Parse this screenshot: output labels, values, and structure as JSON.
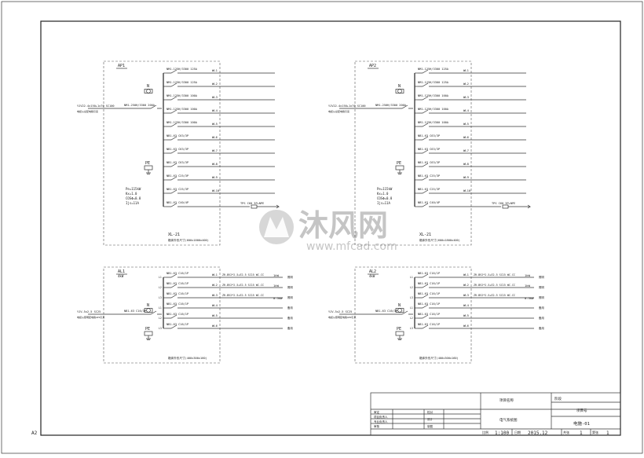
{
  "sheet_left_mark": "A2",
  "watermark": {
    "brand": "沐风网",
    "url": "www.mfcad.com"
  },
  "panels": [
    {
      "id": "AP1",
      "incoming_cable": "YJV22-4x150+1x70 SC100",
      "incoming_note": "电缆从总配电箱引来",
      "main_breaker": "NM1-250H/3300 200A",
      "neutral": "N",
      "pe": "PE",
      "params": [
        "Pe=115kW",
        "Kx=1.0",
        "COSΦ=0.8",
        "Ijs=11A"
      ],
      "model": "XL-21",
      "size_note": "箱体外形尺寸(600x1800x400)",
      "circuits": [
        {
          "breaker": "NM1-125H/3300 125A",
          "wl": "WL1"
        },
        {
          "breaker": "NM1-125H/3300 125A",
          "wl": "WL2"
        },
        {
          "breaker": "NM1-125H/3300 100A",
          "wl": "WL3"
        },
        {
          "breaker": "NM1-125H/3300 100A",
          "wl": "WL4"
        },
        {
          "breaker": "NM1-125H/3300 100A",
          "wl": "WL5"
        },
        {
          "breaker": "NB1-63 C63/3P",
          "wl": "WL6"
        },
        {
          "breaker": "NB1-63 C63/3P",
          "wl": "WL7"
        },
        {
          "breaker": "NB1-63 C63/3P",
          "wl": "WL8"
        },
        {
          "breaker": "NB1-63 C25/3P",
          "wl": "WL9"
        },
        {
          "breaker": "NB1-63 C25/3P",
          "wl": "WL10"
        },
        {
          "breaker": "NB1-63 C40/4P",
          "wl": "",
          "spd": "TPS C60 3P+NPE"
        }
      ]
    },
    {
      "id": "AP2",
      "incoming_cable": "YJV22-4x150+1x70 SC100",
      "incoming_note": "电缆从总配电箱引来",
      "main_breaker": "NM1-250H/3300 200A",
      "neutral": "N",
      "pe": "PE",
      "params": [
        "Pe=115kW",
        "Kx=1.0",
        "COSΦ=0.8",
        "Ijs=11A"
      ],
      "model": "XL-21",
      "size_note": "箱体外形尺寸(600x1800x400)",
      "circuits": [
        {
          "breaker": "NM1-125H/3300 125A",
          "wl": "WL1"
        },
        {
          "breaker": "NM1-125H/3300 125A",
          "wl": "WL2"
        },
        {
          "breaker": "NM1-125H/3300 100A",
          "wl": "WL3"
        },
        {
          "breaker": "NM1-125H/3300 100A",
          "wl": "WL4"
        },
        {
          "breaker": "NM1-125H/3300 100A",
          "wl": "WL5"
        },
        {
          "breaker": "NB1-63 C63/3P",
          "wl": "WL6"
        },
        {
          "breaker": "NB1-63 C63/3P",
          "wl": "WL7"
        },
        {
          "breaker": "NB1-63 C63/3P",
          "wl": "WL8"
        },
        {
          "breaker": "NB1-63 C25/3P",
          "wl": "WL9"
        },
        {
          "breaker": "NB1-63 C25/3P",
          "wl": "WL10"
        },
        {
          "breaker": "NB1-63 C40/4P",
          "wl": "",
          "spd": "TPS C60 3P+NPE"
        }
      ]
    },
    {
      "id": "AL1",
      "power": "4kW",
      "incoming_cable": "YJV-5x2.5 SC25",
      "incoming_note": "电缆从照明配电箱AP1引来",
      "main_breaker": "NB1-63 C16/3P",
      "neutral": "N",
      "pe": "PE",
      "size_note": "箱体外形尺寸(400x300x160)",
      "circuits": [
        {
          "phase": "L1",
          "breaker": "NB1-63 C16/1P",
          "wl": "WL1",
          "cable": "ZR-BV2*2.5+E2.5 SC15 WC.CC",
          "load": "1kW",
          "use": "照明"
        },
        {
          "phase": "L2",
          "breaker": "NB1-63 C16/1P",
          "wl": "WL2",
          "cable": "ZR-BV2*2.5+E2.5 SC15 WC.CC",
          "load": "1kW",
          "use": "照明"
        },
        {
          "phase": "L3",
          "breaker": "NB1-63 C16/1P",
          "wl": "WL3",
          "cable": "ZR-BV2*2.5+E2.5 SC15 WC.CC",
          "load": "0.5kW",
          "use": "照明"
        },
        {
          "phase": "L1",
          "breaker": "NB1-63 C16/1P",
          "wl": "WL4",
          "cable": "",
          "load": "",
          "use": "备用"
        },
        {
          "phase": "L2",
          "breaker": "NB1-63 C16/1P",
          "wl": "WL5",
          "cable": "",
          "load": "",
          "use": "备用"
        },
        {
          "phase": "L3",
          "breaker": "NB1-63 C16/1P",
          "wl": "WL6",
          "cable": "",
          "load": "",
          "use": "备用"
        }
      ]
    },
    {
      "id": "AL2",
      "power": "4kW",
      "incoming_cable": "YJV-5x2.5 SC25",
      "incoming_note": "电缆从照明配电箱AP2引来",
      "main_breaker": "NB1-63 C16/3P",
      "neutral": "N",
      "pe": "PE",
      "size_note": "箱体外形尺寸(400x300x160)",
      "circuits": [
        {
          "phase": "L1",
          "breaker": "NB1-63 C16/1P",
          "wl": "WL1",
          "cable": "ZR-BV2*2.5+E2.5 SC15 WC.CC",
          "load": "1kW",
          "use": "照明"
        },
        {
          "phase": "L2",
          "breaker": "NB1-63 C16/1P",
          "wl": "WL2",
          "cable": "ZR-BV2*2.5+E2.5 SC15 WC.CC",
          "load": "1kW",
          "use": "照明"
        },
        {
          "phase": "L3",
          "breaker": "NB1-63 C16/1P",
          "wl": "WL3",
          "cable": "ZR-BV2*2.5+E2.5 SC15 WC.CC",
          "load": "0.5kW",
          "use": "照明"
        },
        {
          "phase": "L1",
          "breaker": "NB1-63 C16/1P",
          "wl": "WL4",
          "cable": "",
          "load": "",
          "use": "备用"
        },
        {
          "phase": "L2",
          "breaker": "NB1-63 C16/1P",
          "wl": "WL5",
          "cable": "",
          "load": "",
          "use": "备用"
        },
        {
          "phase": "L3",
          "breaker": "NB1-63 C16/1P",
          "wl": "WL6",
          "cable": "",
          "load": "",
          "use": "备用"
        }
      ]
    }
  ],
  "title_block": {
    "project_label": "项目名称",
    "stage_label": "阶段",
    "drawing_name": "电气系统图",
    "drawing_no_label": "项目号",
    "drawing_no": "电施-01",
    "scale_label": "比例",
    "scale": "1:100",
    "date_label": "日期",
    "date": "2015.12",
    "sheets_label": "共张",
    "sheets": "1",
    "sheet_label": "第张",
    "sheet": "1",
    "roles": [
      "审定",
      "项目负责人",
      "专业负责人",
      "审核"
    ],
    "roles_right": [
      "校对",
      "设计",
      "制图"
    ]
  }
}
